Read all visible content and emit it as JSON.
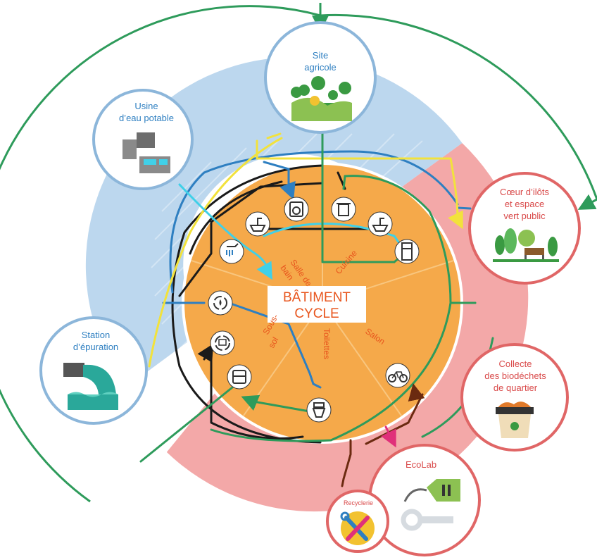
{
  "center": {
    "line1": "BÂTIMENT",
    "line2": "CYCLE"
  },
  "rooms": {
    "salle_de_bain": [
      "Salle de",
      "bain"
    ],
    "cuisine": "Cuisine",
    "salon": "Salon",
    "toilettes": "Toilettes",
    "sous_sol": [
      "Sous-",
      "sol"
    ]
  },
  "nodes": {
    "site_agricole": [
      "Site",
      "agricole"
    ],
    "usine": [
      "Usine",
      "d’eau potable"
    ],
    "station": [
      "Station",
      "d’épuration"
    ],
    "coeur": [
      "Cœur d’ilôts",
      "et espace",
      "vert public"
    ],
    "collecte": [
      "Collecte",
      "des biodéchets",
      "de quartier"
    ],
    "ecolab": "EcoLab",
    "recyclerie": "Recyclerie"
  },
  "colors": {
    "orange": "#f5a94a",
    "blue_band": "#bcd7ee",
    "pink_band": "#f3a8a8",
    "blue": "#2e7fc1",
    "red": "#d94a4a",
    "green": "#2e9b5b",
    "yellow": "#f2e23c",
    "cyan": "#40d0e8",
    "black": "#1a1a1a",
    "brown": "#6b2a10",
    "magenta": "#e0307a"
  },
  "icons": [
    "washing-machine-icon",
    "trash-bin-icon",
    "sink-icon",
    "fridge-icon",
    "shower-icon",
    "water-recycle-icon",
    "toilet-recycle-icon",
    "boiler-icon",
    "toilet-icon",
    "bicycle-icon"
  ]
}
